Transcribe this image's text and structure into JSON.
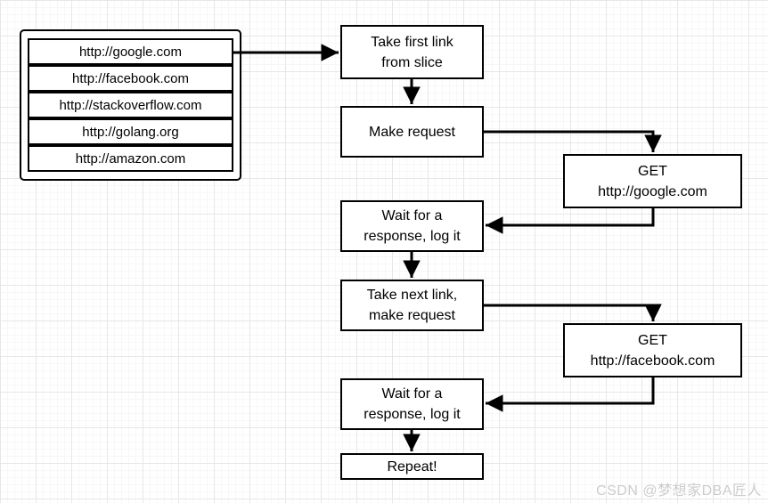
{
  "diagram": {
    "type": "flowchart",
    "url_list": {
      "items": [
        "http://google.com",
        "http://facebook.com",
        "http://stackoverflow.com",
        "http://golang.org",
        "http://amazon.com"
      ]
    },
    "nodes": {
      "take_first_link": "Take first link\nfrom slice",
      "make_request": "Make request",
      "get_google": "GET\nhttp://google.com",
      "wait_response_1": "Wait for a\nresponse, log it",
      "take_next_link": "Take next link,\nmake request",
      "get_facebook": "GET\nhttp://facebook.com",
      "wait_response_2": "Wait for a\nresponse, log it",
      "repeat": "Repeat!"
    },
    "colors": {
      "stroke": "#000000",
      "node_fill": "#ffffff",
      "grid_major": "#e7e7e7",
      "grid_minor": "#f7f7f7",
      "watermark_text": "#cccccc"
    }
  },
  "watermark": "CSDN @梦想家DBA匠人"
}
